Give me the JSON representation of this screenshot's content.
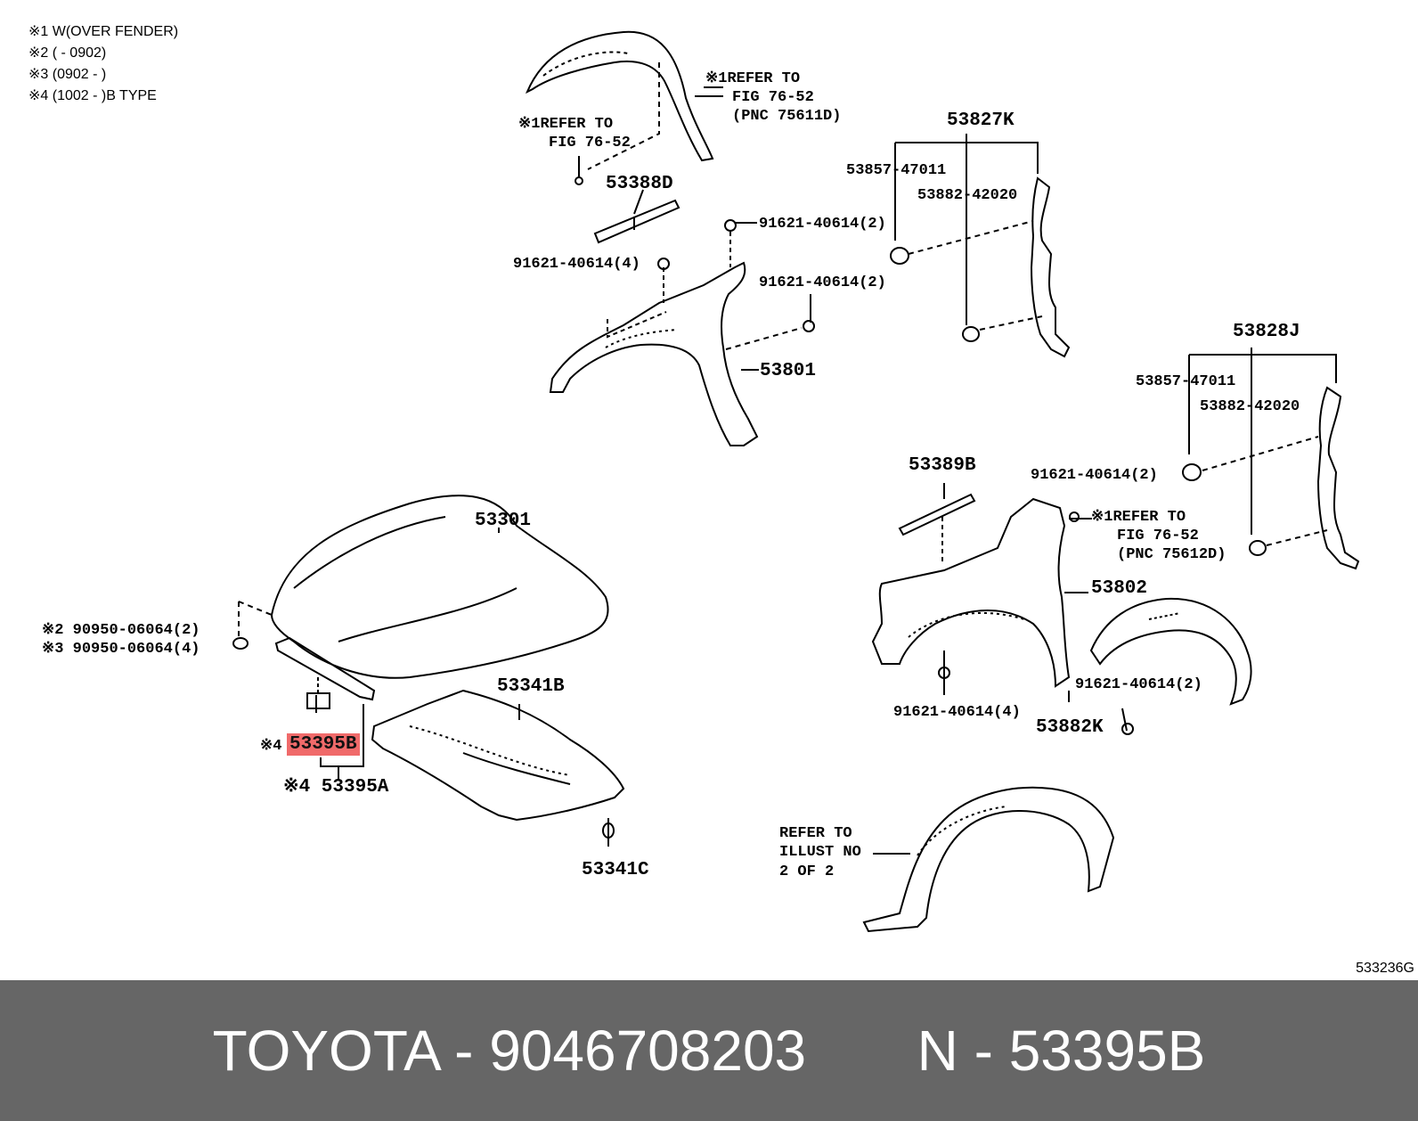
{
  "notes": [
    "※1 W(OVER FENDER)",
    "※2 (       - 0902)",
    "※3 (0902 -       )",
    "※4 (1002 -       )B TYPE"
  ],
  "labels": {
    "refer_fig_76_52_a": "※1REFER TO",
    "refer_fig_76_52_a2": "FIG 76-52",
    "refer_fig_76_52_a3": "(PNC 75611D)",
    "refer_fig_76_52_b": "※1REFER TO",
    "refer_fig_76_52_b2": "FIG 76-52",
    "p_53388D": "53388D",
    "p_91621_40614_2_a": "91621-40614(2)",
    "p_91621_40614_4_a": "91621-40614(4)",
    "p_91621_40614_2_b": "91621-40614(2)",
    "p_53801": "53801",
    "p_53827K": "53827K",
    "p_53857_47011_a": "53857-47011",
    "p_53882_42020_a": "53882-42020",
    "p_53828J": "53828J",
    "p_53857_47011_b": "53857-47011",
    "p_53882_42020_b": "53882-42020",
    "p_53389B": "53389B",
    "p_91621_40614_2_c": "91621-40614(2)",
    "refer_fig_76_52_c": "※1REFER TO",
    "refer_fig_76_52_c2": "FIG 76-52",
    "refer_fig_76_52_c3": "(PNC 75612D)",
    "p_53802": "53802",
    "p_91621_40614_4_b": "91621-40614(4)",
    "p_91621_40614_2_d": "91621-40614(2)",
    "p_53882K": "53882K",
    "p_53301": "53301",
    "p_90950_2": "※2 90950-06064(2)",
    "p_90950_3": "※3 90950-06064(4)",
    "p_53341B": "53341B",
    "p_53395B_prefix": "※4",
    "p_53395B": "53395B",
    "p_53395A": "※4 53395A",
    "p_53341C": "53341C",
    "refer_illust_1": "REFER TO",
    "refer_illust_2": "ILLUST NO",
    "refer_illust_3": "2 OF 2"
  },
  "drawing_id": "533236G",
  "footer": {
    "brand": "TOYOTA",
    "part_number": "9046708203",
    "pnc": "N - 53395B",
    "text": "TOYOTA - 9046708203       N - 53395B"
  },
  "colors": {
    "highlight": "#f06a6a",
    "footer_bg": "#666666",
    "footer_text": "#ffffff",
    "line": "#000000"
  }
}
